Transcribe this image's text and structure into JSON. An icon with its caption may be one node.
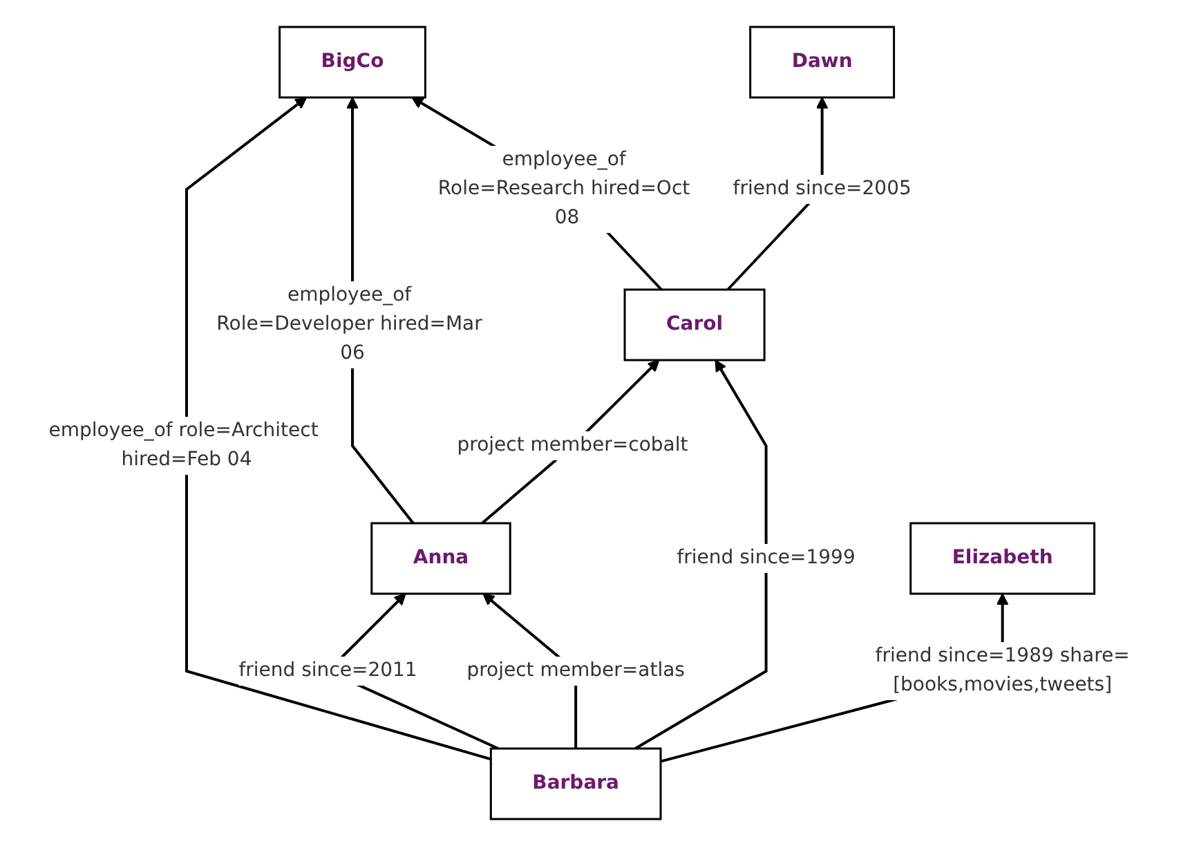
{
  "diagram": {
    "nodes": [
      {
        "text": [
          "BigCo"
        ]
      },
      {
        "text": [
          "Anna"
        ]
      },
      {
        "text": [
          "Carol"
        ]
      },
      {
        "text": [
          "Dawn"
        ]
      },
      {
        "text": [
          "Barbara"
        ]
      },
      {
        "text": [
          "Elizabeth"
        ]
      }
    ],
    "edges": [
      {
        "from": 1,
        "to": 0,
        "arrow": "to",
        "label": "employee_of Role=Developer hired=Mar 06"
      },
      {
        "from": 4,
        "to": 0,
        "arrow": "to",
        "label": "employee_of role=Architect hired=Feb 04"
      },
      {
        "from": 2,
        "to": 0,
        "arrow": "to",
        "label": "employee_of Role=Research hired=Oct 08"
      },
      {
        "from": 1,
        "to": 2,
        "arrow": "to",
        "label": "project member=cobalt"
      },
      {
        "from": 2,
        "to": 3,
        "arrow": "to",
        "label": "friend since=2005"
      },
      {
        "from": 4,
        "to": 1,
        "arrow": "to",
        "label": "friend since=2011"
      },
      {
        "from": 4,
        "to": 1,
        "arrow": "to",
        "label": "project member=atlas"
      },
      {
        "from": 4,
        "to": 2,
        "arrow": "to",
        "label": "friend since=1999"
      },
      {
        "from": 4,
        "to": 5,
        "arrow": "to",
        "label": "friend since=1989 share=[books,movies,tweets]"
      }
    ]
  }
}
